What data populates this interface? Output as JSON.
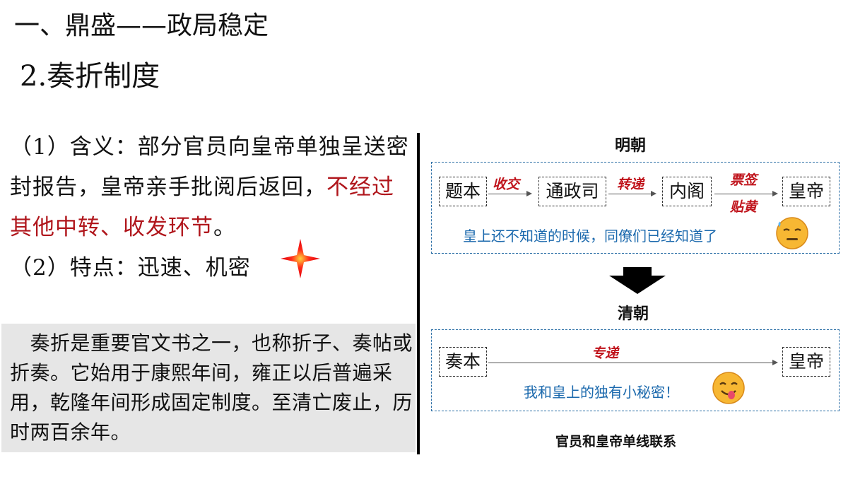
{
  "title": "一、鼎盛——政局稳定",
  "subtitle": "2.奏折制度",
  "definition": {
    "prefix": "（1）含义：部分官员向皇帝单独呈送密封报告，皇帝亲手批阅后返回，",
    "highlight": "不经过其他中转、收发环节",
    "suffix": "。"
  },
  "features": "（2）特点：迅速、机密",
  "quote": "　奏折是重要官文书之一，也称折子、奏帖或折奏。它始用于康熙年间，雍正以后普遍采用，乾隆年间形成固定制度。至清亡废止，历时两百余年。",
  "ming": {
    "label": "明朝",
    "nodes": [
      "题本",
      "通政司",
      "内阁",
      "皇帝"
    ],
    "steps": [
      "收交",
      "转递",
      "票签",
      "贴黄"
    ],
    "note": "皇上还不知道的时候，同僚们已经知道了"
  },
  "qing": {
    "label": "清朝",
    "nodes": [
      "奏本",
      "皇帝"
    ],
    "step": "专递",
    "note": "我和皇上的独有小秘密！"
  },
  "caption": "官员和皇帝单线联系",
  "colors": {
    "red": "#b0161c",
    "blue": "#1b69ad",
    "panel_border": "#2c6fa6",
    "quote_bg": "#e6e6e6"
  },
  "icons": [
    "red-star-icon",
    "down-arrow-icon",
    "sweat-emoji-icon",
    "tongue-emoji-icon"
  ]
}
